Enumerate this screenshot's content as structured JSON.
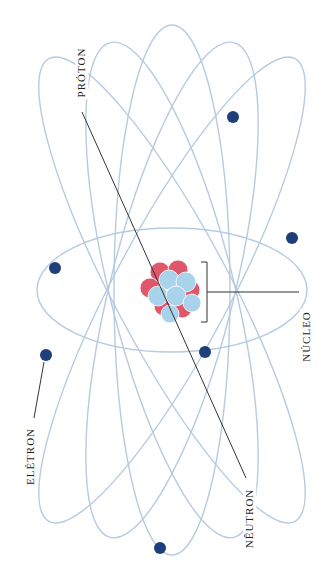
{
  "diagram": {
    "labels": [
      "PRÓTON",
      "ELÉTRON",
      "NÚCLEO",
      "NÊUTRON"
    ]
  }
}
